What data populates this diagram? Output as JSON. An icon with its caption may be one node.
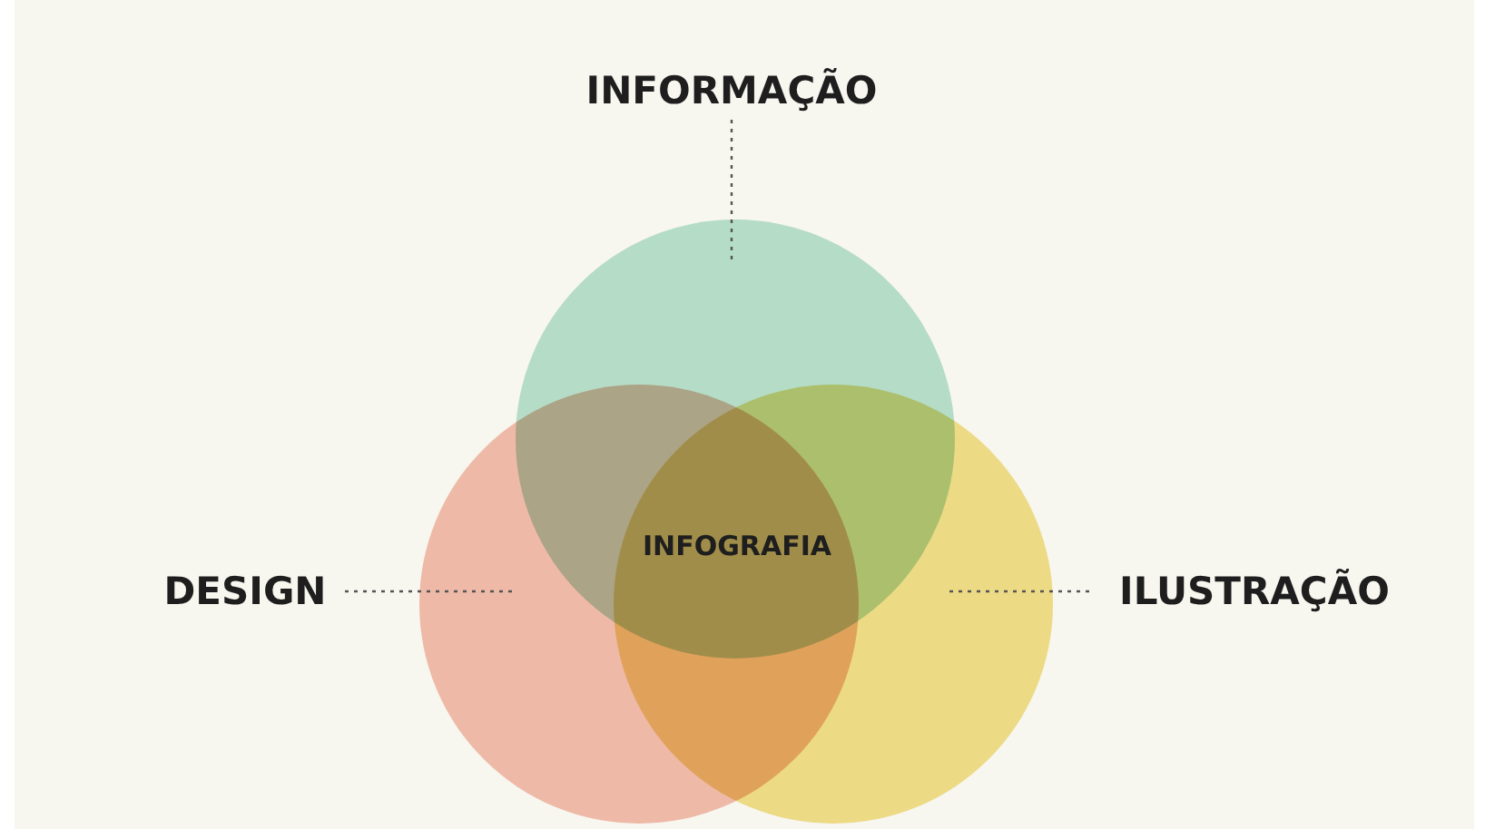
{
  "diagram": {
    "nodes": [
      {
        "text": [
          "INFORMAÇÃO"
        ]
      },
      {
        "text": [],
        "shape": "circle"
      },
      {
        "text": [
          "DESIGN"
        ]
      },
      {
        "text": [],
        "shape": "circle"
      },
      {
        "text": [],
        "shape": "circle"
      },
      {
        "text": [
          "ILUSTRAÇÃO"
        ]
      }
    ],
    "edges": [
      {
        "from": 0,
        "to": 1,
        "arrow": "none",
        "style": "dashed"
      },
      {
        "from": 2,
        "to": 3,
        "arrow": "none",
        "style": "dashed"
      },
      {
        "from": 5,
        "to": 4,
        "arrow": "none",
        "style": "dashed"
      }
    ],
    "labels": [
      "INFOGRAFIA"
    ]
  }
}
